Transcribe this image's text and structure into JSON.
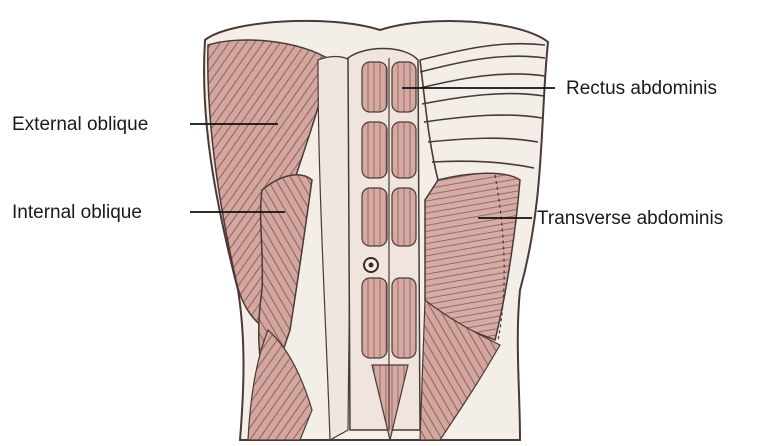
{
  "diagram": {
    "labels": {
      "rectus": "Rectus abdominis",
      "external": "External oblique",
      "internal": "Internal oblique",
      "transverse": "Transverse abdominis"
    },
    "colors": {
      "muscle": "#cfa6a0",
      "muscle_dark": "#8a5a55",
      "outline": "#4a3a36",
      "skin": "#f3ece6",
      "leader": "#111111"
    }
  }
}
